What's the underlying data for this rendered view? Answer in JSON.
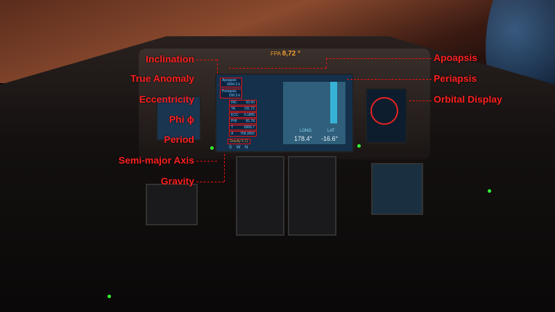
{
  "hud": {
    "fpa_label": "FPA",
    "fpa_value": "8,72 °",
    "long_label": "LONG",
    "long_value": "178.4°",
    "lat_label": "LAT",
    "lat_value": "-16.6°"
  },
  "readouts": {
    "apoapsis_label": "Apoapsis",
    "apoapsis_value": "3094.3 k",
    "periapsis_label": "Periapsis",
    "periapsis_value": "158.3 k",
    "rows": [
      {
        "k": "INC",
        "v": "52.60"
      },
      {
        "k": "TA",
        "v": "131.72"
      },
      {
        "k": "ECC",
        "v": "0.1895"
      },
      {
        "k": "PHI",
        "v": "81.78"
      },
      {
        "k": "T",
        "v": "6966.7"
      },
      {
        "k": "A",
        "v": "768.3992"
      }
    ],
    "gravity_label": "Gravity",
    "gravity_value": "5.11",
    "compass": [
      "S",
      "W",
      "N"
    ]
  },
  "annotations": {
    "left": [
      "Inclination",
      "True Anomaly",
      "Eccentricity",
      "Phi ϕ",
      "Period",
      "Semi-major Axis",
      "Gravity"
    ],
    "right": [
      "Apoapsis",
      "Periapsis",
      "Orbital Display"
    ]
  },
  "colors": {
    "annotation": "#ff2020",
    "hud": "#f0a030"
  }
}
